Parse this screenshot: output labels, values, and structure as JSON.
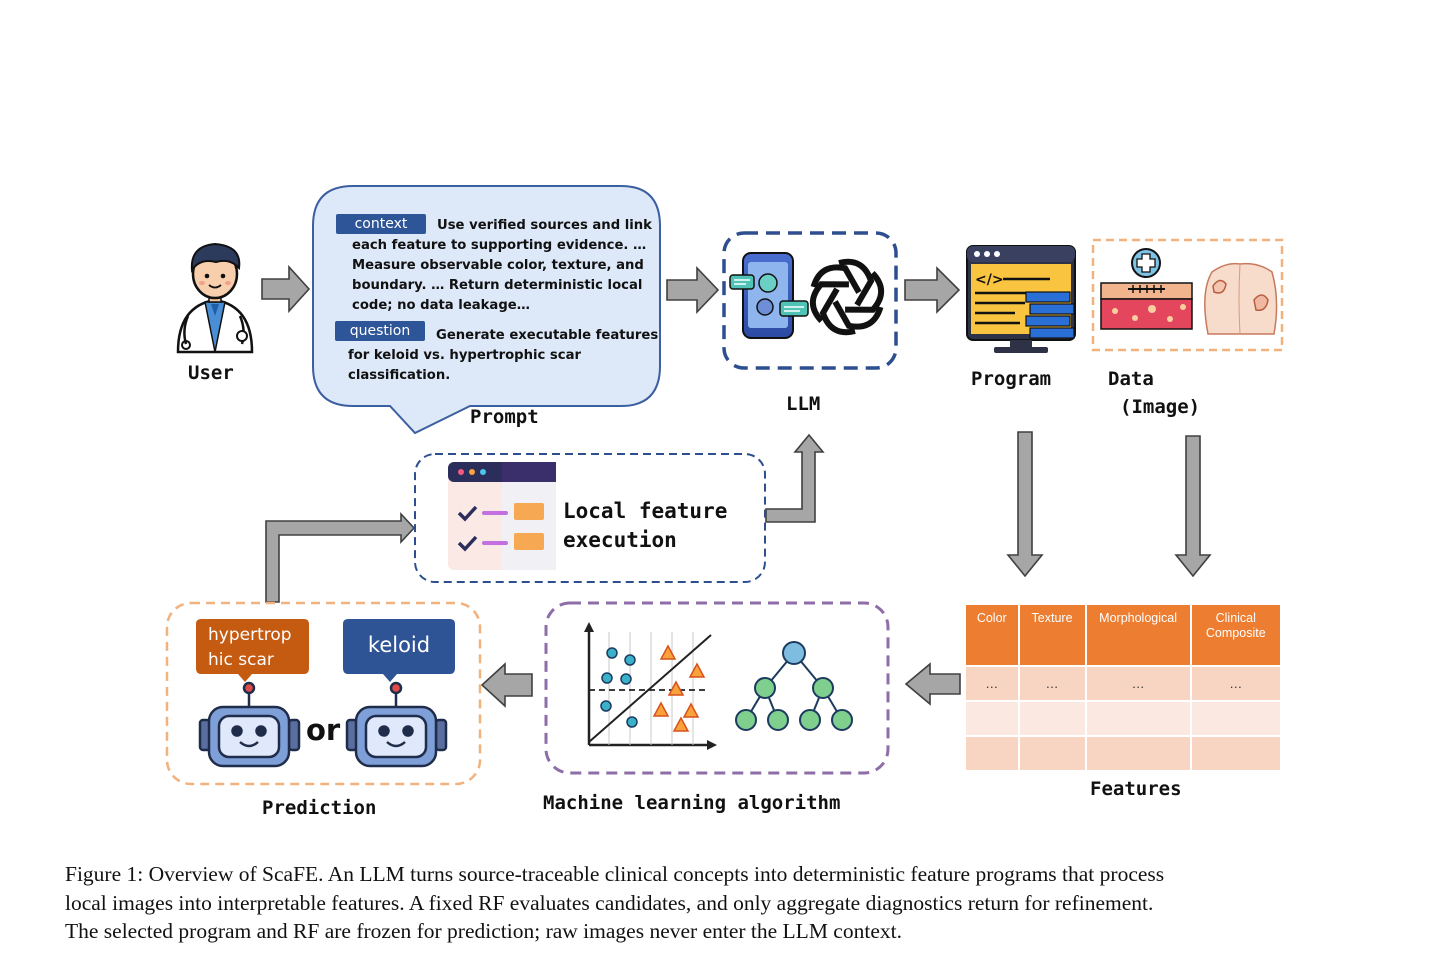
{
  "labels": {
    "user": "User",
    "prompt": "Prompt",
    "llm": "LLM",
    "program": "Program",
    "data_line1": "Data",
    "data_line2": "(Image)",
    "local_line1": "Local feature",
    "local_line2": "execution",
    "features": "Features",
    "ml": "Machine learning algorithm",
    "prediction": "Prediction"
  },
  "prompt": {
    "context_tag": "context",
    "context_lines": [
      "Use verified sources and link",
      "each feature to supporting evidence. …",
      "Measure observable color, texture, and",
      "boundary. …  Return deterministic local",
      "code; no data leakage…"
    ],
    "question_tag": "question",
    "question_lines": [
      "Generate executable features",
      "for keloid vs. hypertrophic scar",
      "classification."
    ]
  },
  "features_table": {
    "headers": [
      "Color",
      "Texture",
      "Morphological",
      "Clinical Composite"
    ],
    "rows": [
      [
        "…",
        "…",
        "…",
        "…"
      ],
      [
        "",
        "",
        "",
        ""
      ],
      [
        "",
        "",
        "",
        ""
      ]
    ]
  },
  "prediction": {
    "left_bubble": "hypertrophic scar",
    "left_bubble_lines": [
      "hypertrop",
      "hic scar"
    ],
    "right_bubble": "keloid",
    "or": "or"
  },
  "caption_lines": [
    "Figure 1: Overview of ScaFE. An LLM turns source-traceable clinical concepts into deterministic feature programs that process",
    "local images into interpretable features. A fixed RF evaluates candidates, and only aggregate diagnostics return for refinement.",
    "The selected program and RF are frozen for prediction; raw images never enter the LLM context."
  ],
  "colors": {
    "blue_dash": "#2e4f8f",
    "orange_dash": "#f2b27e",
    "purple_dash": "#8e6ea8",
    "arrow_fill": "#a6a6a6",
    "tag_blue": "#2e5597",
    "table_header": "#ed7d31",
    "bubble_orange": "#c55a11",
    "bubble_blue": "#2f5496"
  },
  "icons": [
    "doctor-icon",
    "phone-chat-icon",
    "openai-logo-icon",
    "code-monitor-icon",
    "skin-layer-icon",
    "body-lesion-icon",
    "checklist-icon",
    "scatter-plot-icon",
    "decision-tree-icon",
    "robot-icon"
  ]
}
